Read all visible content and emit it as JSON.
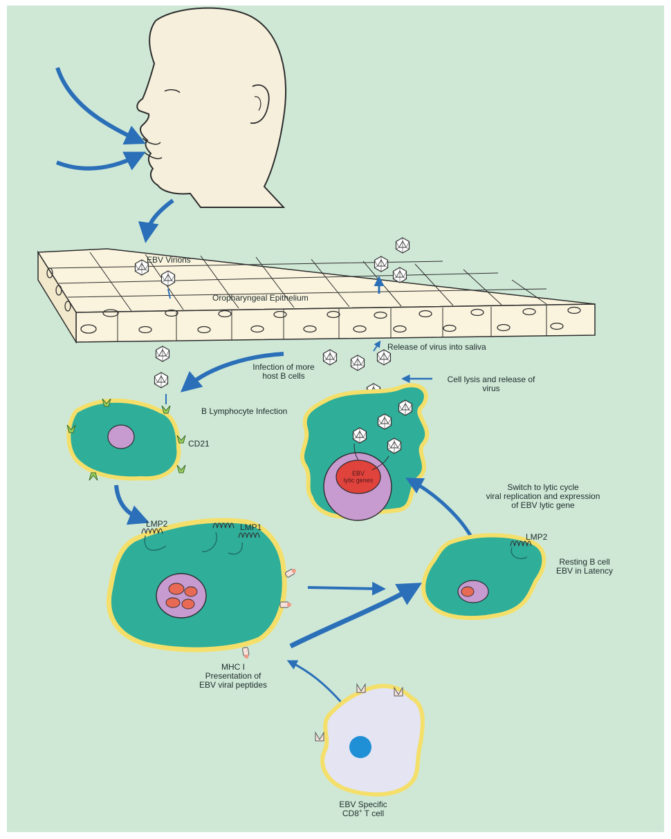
{
  "labels": {
    "ebv_virions": "EBV Virions",
    "oropharyngeal_epithelium": "Oropharyngeal Epithelium",
    "release_into_saliva": "Release of virus into saliva",
    "infection_more_b_cells": [
      "Infection of more",
      "host B cells"
    ],
    "cell_lysis": [
      "Cell lysis and release of",
      "virus"
    ],
    "b_lymphocyte_infection": "B Lymphocyte Infection",
    "cd21": "CD21",
    "ebv_lytic_genes": [
      "EBV",
      "lytic genes"
    ],
    "switch_lytic": [
      "Switch to lytic cycle",
      "viral replication and expression",
      "of EBV lytic gene"
    ],
    "lmp2_infected": "LMP2",
    "lmp1": "LMP1",
    "lmp2_resting": "LMP2",
    "resting_b_cell": [
      "Resting B cell",
      "EBV in Latency"
    ],
    "mhc_presentation": [
      "MHC I",
      "Presentation of",
      "EBV viral peptides"
    ],
    "t_cell": [
      "EBV Specific",
      "CD8",
      "+",
      " T cell"
    ]
  },
  "colors": {
    "background": "#cfe8d6",
    "arrow": "#2a6fb8",
    "cell_fill": "#2fae9a",
    "cell_rim": "#f4df6a",
    "nucleus": "#c79ad0",
    "lytic_nucleus": "#e0423c",
    "t_cell_fill": "#e4e4f2",
    "t_cell_nucleus": "#1f8fd6",
    "epithelium": "#faf4de"
  }
}
